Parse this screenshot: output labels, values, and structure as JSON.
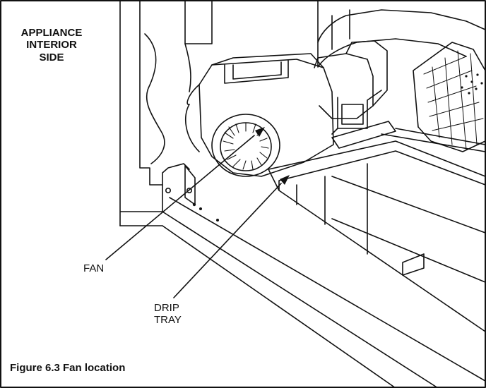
{
  "heading": {
    "line1": "APPLIANCE",
    "line2": "INTERIOR",
    "line3": "SIDE"
  },
  "callouts": {
    "fan": "FAN",
    "drip_line1": "DRIP",
    "drip_line2": "TRAY"
  },
  "caption": "Figure 6.3  Fan location",
  "colors": {
    "stroke": "#111111",
    "background": "#ffffff"
  }
}
